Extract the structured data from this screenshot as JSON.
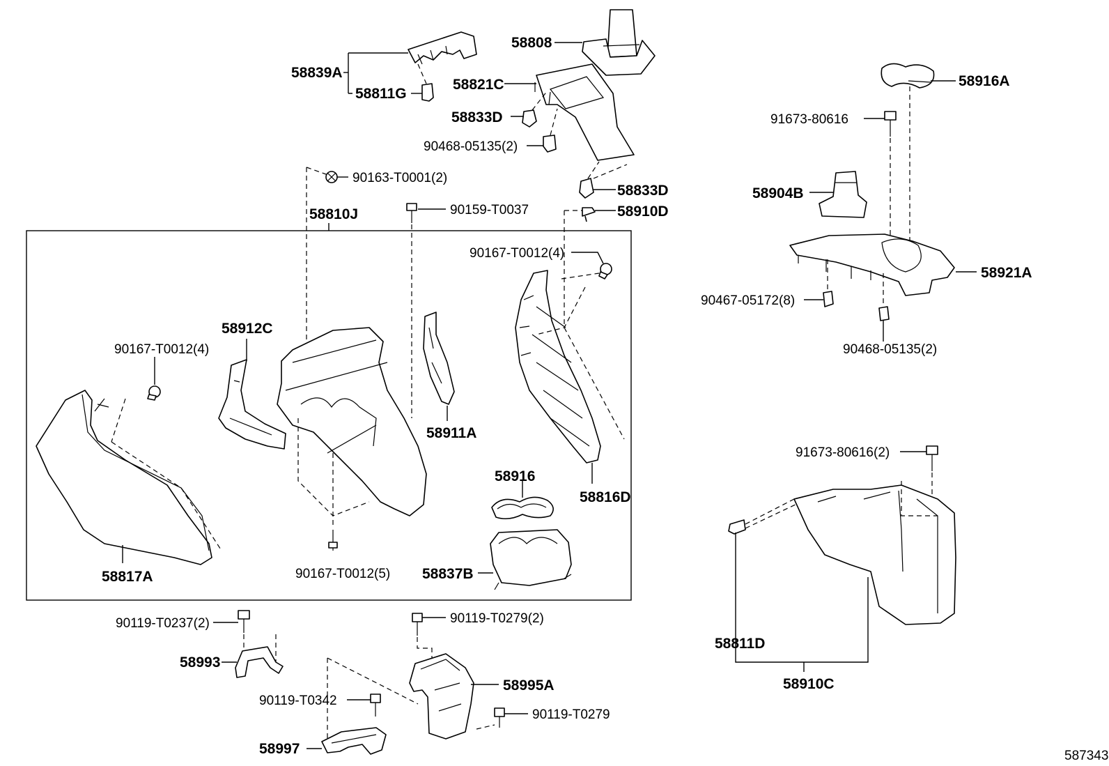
{
  "diagram_id": "587343",
  "labels": {
    "p58808": "58808",
    "p58839A": "58839A",
    "p58811G": "58811G",
    "p58821C": "58821C",
    "p58833D_a": "58833D",
    "p90468_05135_2_a": "90468-05135(2)",
    "p90163_T0001_2": "90163-T0001(2)",
    "p58833D_b": "58833D",
    "p90159_T0037": "90159-T0037",
    "p58910D": "58910D",
    "p58810J": "58810J",
    "p90167_T0012_4_a": "90167-T0012(4)",
    "p58912C": "58912C",
    "p90167_T0012_4_b": "90167-T0012(4)",
    "p58911A": "58911A",
    "p58916": "58916",
    "p58816D": "58816D",
    "p58817A": "58817A",
    "p90167_T0012_5": "90167-T0012(5)",
    "p58837B": "58837B",
    "p90119_T0237_2": "90119-T0237(2)",
    "p90119_T0279_2": "90119-T0279(2)",
    "p58993": "58993",
    "p58995A": "58995A",
    "p90119_T0342": "90119-T0342",
    "p90119_T0279": "90119-T0279",
    "p58997": "58997",
    "p58916A": "58916A",
    "p91673_80616": "91673-80616",
    "p58904B": "58904B",
    "p58921A": "58921A",
    "p90467_05172_8": "90467-05172(8)",
    "p90468_05135_2_b": "90468-05135(2)",
    "p91673_80616_2": "91673-80616(2)",
    "p58811D": "58811D",
    "p58910C": "58910C"
  }
}
